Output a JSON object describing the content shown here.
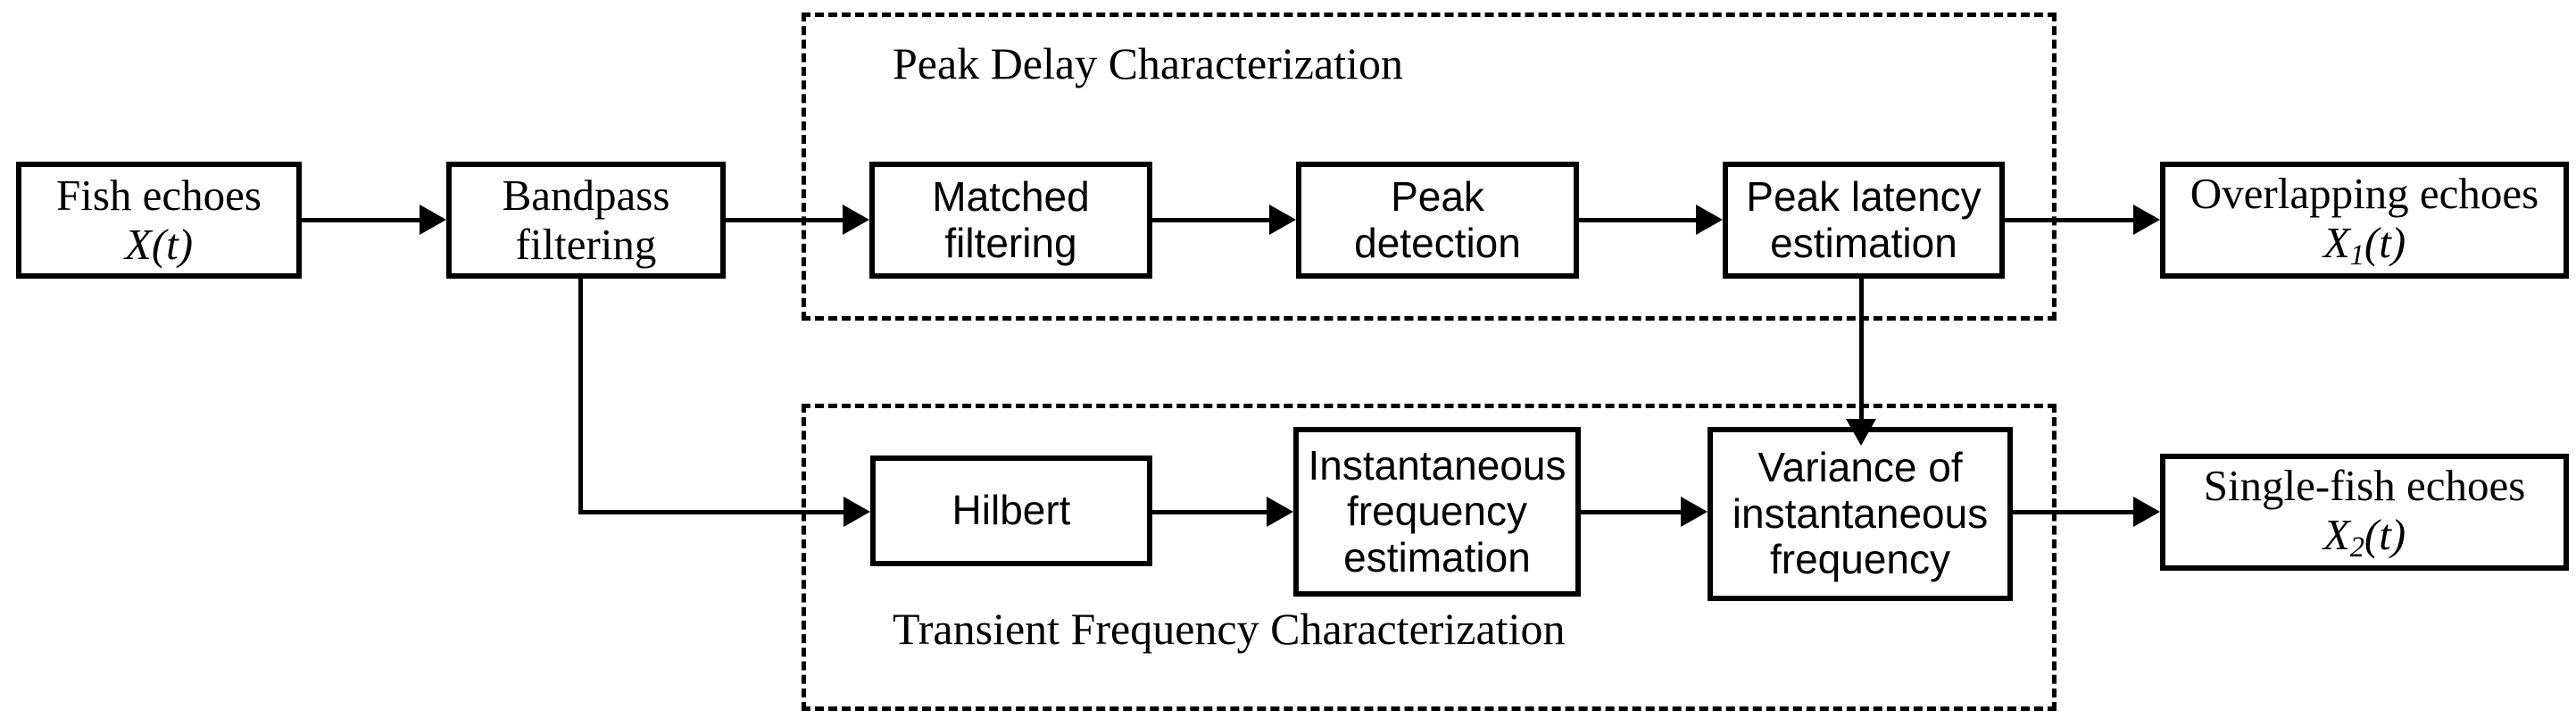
{
  "diagram": {
    "title": "Fish echo classification signal processing flowchart",
    "background_color": "#ffffff",
    "line_color": "#000000"
  },
  "groups": [
    {
      "id": "peak-delay",
      "label": "Peak Delay Characterization",
      "border_style": "dashed",
      "border_color": "#000000"
    },
    {
      "id": "transient-frequency",
      "label": "Transient Frequency Characterization",
      "border_style": "dashed",
      "border_color": "#000000"
    }
  ],
  "nodes": {
    "fish_echoes": {
      "line1": "Fish echoes",
      "symbol": "X(t)",
      "symbol_base": "X",
      "symbol_sub": "",
      "symbol_tail": "(t)"
    },
    "bandpass": {
      "line1": "Bandpass",
      "line2": "filtering"
    },
    "matched_filtering": {
      "line1": "Matched",
      "line2": "filtering"
    },
    "peak_detection": {
      "line1": "Peak",
      "line2": "detection"
    },
    "peak_latency": {
      "line1": "Peak latency",
      "line2": "estimation"
    },
    "overlapping_echoes": {
      "line1": "Overlapping echoes",
      "symbol_base": "X",
      "symbol_sub": "1",
      "symbol_tail": "(t)"
    },
    "hilbert": {
      "line1": "Hilbert"
    },
    "inst_freq_estimation": {
      "line1": "Instantaneous",
      "line2": "frequency",
      "line3": "estimation"
    },
    "variance_inst_freq": {
      "line1": "Variance of",
      "line2": "instantaneous",
      "line3": "frequency"
    },
    "single_fish_echoes": {
      "line1": "Single-fish echoes",
      "symbol_base": "X",
      "symbol_sub": "2",
      "symbol_tail": "(t)"
    }
  },
  "edges": [
    {
      "id": "e1",
      "from": "fish_echoes",
      "to": "bandpass",
      "kind": "arrow-right"
    },
    {
      "id": "e2",
      "from": "bandpass",
      "to": "matched_filtering",
      "kind": "arrow-right"
    },
    {
      "id": "e3",
      "from": "matched_filtering",
      "to": "peak_detection",
      "kind": "arrow-right"
    },
    {
      "id": "e4",
      "from": "peak_detection",
      "to": "peak_latency",
      "kind": "arrow-right"
    },
    {
      "id": "e5",
      "from": "peak_latency",
      "to": "overlapping_echoes",
      "kind": "arrow-right"
    },
    {
      "id": "e6",
      "from": "bandpass",
      "to": "hilbert",
      "kind": "elbow-down-right"
    },
    {
      "id": "e7",
      "from": "hilbert",
      "to": "inst_freq_estimation",
      "kind": "arrow-right"
    },
    {
      "id": "e8",
      "from": "inst_freq_estimation",
      "to": "variance_inst_freq",
      "kind": "arrow-right"
    },
    {
      "id": "e9",
      "from": "peak_latency",
      "to": "variance_inst_freq",
      "kind": "arrow-down"
    },
    {
      "id": "e10",
      "from": "variance_inst_freq",
      "to": "single_fish_echoes",
      "kind": "arrow-right"
    }
  ]
}
